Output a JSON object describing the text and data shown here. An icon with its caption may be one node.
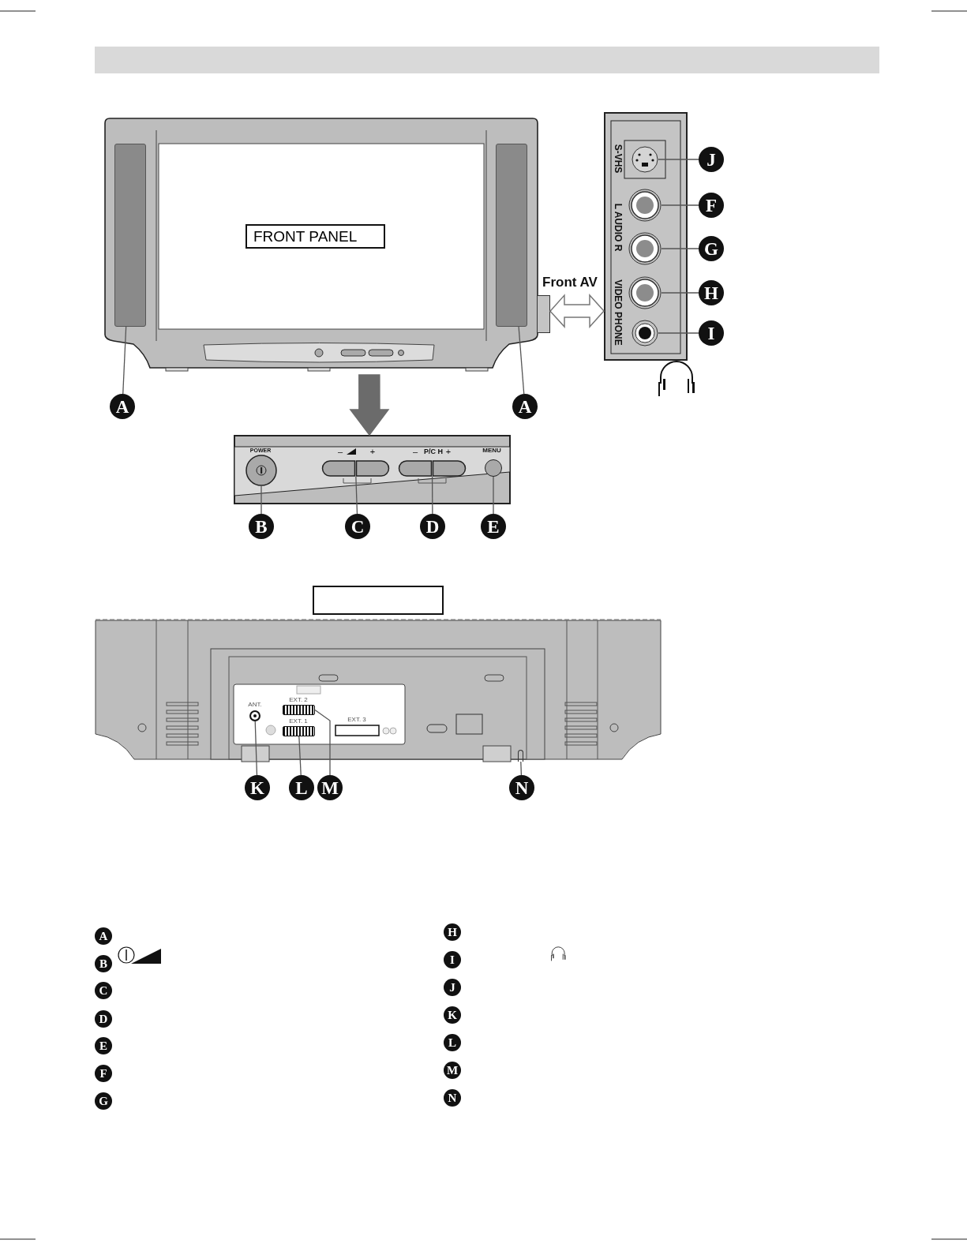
{
  "diagram": {
    "nodes": [
      {
        "text": [],
        "shape": "picture"
      },
      {
        "text": [
          "FRONT PANEL"
        ],
        "in": 0
      },
      {
        "text": [],
        "shape": "box",
        "in": 0
      },
      {
        "text": [],
        "shape": "box",
        "in": 0
      },
      {
        "text": [],
        "shape": "box"
      },
      {
        "text": [],
        "shape": "box"
      },
      {
        "text": [],
        "shape": "circle",
        "in": 5
      },
      {
        "text": [],
        "shape": "circle",
        "in": 5
      },
      {
        "text": [],
        "shape": "circle",
        "in": 5
      },
      {
        "text": [],
        "shape": "circle",
        "in": 5
      },
      {
        "text": [],
        "shape": "circle",
        "in": 5
      },
      {
        "text": [],
        "shape": "picture"
      },
      {
        "text": [],
        "shape": "circle",
        "in": 11
      },
      {
        "text": [],
        "shape": "box",
        "in": 11
      },
      {
        "text": [],
        "shape": "box",
        "in": 11
      },
      {
        "text": [],
        "shape": "circle",
        "in": 11
      },
      {
        "text": [],
        "shape": "box"
      },
      {
        "text": [],
        "shape": "picture"
      },
      {
        "text": [],
        "shape": "circle",
        "in": 17
      },
      {
        "text": [],
        "shape": "box",
        "in": 17
      },
      {
        "text": [],
        "shape": "box",
        "in": 17
      },
      {
        "text": [],
        "shape": "box",
        "in": 17
      },
      {
        "text": [
          "A"
        ]
      },
      {
        "text": [
          "A"
        ]
      },
      {
        "text": [
          "J"
        ]
      },
      {
        "text": [
          "F"
        ]
      },
      {
        "text": [
          "G"
        ]
      },
      {
        "text": [
          "H"
        ]
      },
      {
        "text": [
          "I"
        ]
      },
      {
        "text": [
          "B"
        ]
      },
      {
        "text": [
          "C"
        ]
      },
      {
        "text": [
          "D"
        ]
      },
      {
        "text": [
          "E"
        ]
      },
      {
        "text": [
          "K"
        ]
      },
      {
        "text": [
          "L"
        ]
      },
      {
        "text": [
          "M"
        ]
      },
      {
        "text": [
          "N"
        ]
      },
      {
        "text": [
          "A"
        ]
      },
      {
        "text": [
          "B"
        ]
      },
      {
        "text": [
          "C"
        ]
      },
      {
        "text": [
          "D"
        ]
      },
      {
        "text": [
          "E"
        ]
      },
      {
        "text": [
          "F"
        ]
      },
      {
        "text": [
          "G"
        ]
      },
      {
        "text": [
          "H"
        ]
      },
      {
        "text": [
          "I"
        ]
      },
      {
        "text": [
          "J"
        ]
      },
      {
        "text": [
          "K"
        ]
      },
      {
        "text": [
          "L"
        ]
      },
      {
        "text": [
          "M"
        ]
      },
      {
        "text": [
          "N"
        ]
      }
    ],
    "edges": [
      {
        "from": 22,
        "to": 2,
        "arrow": "none"
      },
      {
        "from": 23,
        "to": 3,
        "arrow": "none"
      },
      {
        "from": 24,
        "to": 6,
        "arrow": "none"
      },
      {
        "from": 25,
        "to": 7,
        "arrow": "none"
      },
      {
        "from": 26,
        "to": 8,
        "arrow": "none"
      },
      {
        "from": 27,
        "to": 9,
        "arrow": "none"
      },
      {
        "from": 28,
        "to": 10,
        "arrow": "none"
      },
      {
        "from": 29,
        "to": 12,
        "arrow": "none"
      },
      {
        "from": 30,
        "to": 13,
        "arrow": "none"
      },
      {
        "from": 31,
        "to": 14,
        "arrow": "none"
      },
      {
        "from": 32,
        "to": 15,
        "arrow": "none"
      },
      {
        "from": 33,
        "to": 18,
        "arrow": "none"
      },
      {
        "from": 34,
        "to": 19,
        "arrow": "none"
      },
      {
        "from": 35,
        "to": 20,
        "arrow": "none"
      },
      {
        "from": 36,
        "to": 21,
        "arrow": "none"
      },
      {
        "from": 0,
        "to": 11,
        "arrow": "to",
        "style": "thick",
        "color": "#6b6b6b"
      },
      {
        "from": 4,
        "to": 5,
        "arrow": "both",
        "style": "thick",
        "label": "Front AV"
      }
    ],
    "labels": [
      "S-VHS",
      "L AUDIO R",
      "VIDEO PHONE",
      "POWER",
      "–",
      "+",
      "–",
      "P/C H",
      "+",
      "MENU",
      "ANT.",
      "EXT. 2",
      "EXT. 1",
      "EXT. 3"
    ]
  }
}
